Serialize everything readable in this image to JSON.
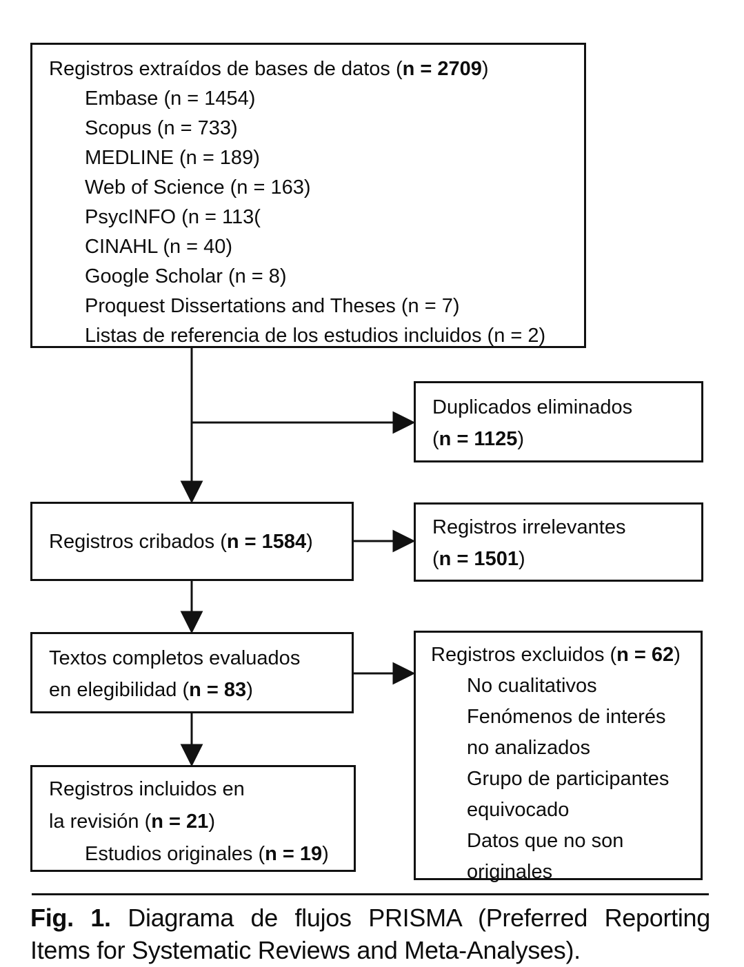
{
  "colors": {
    "ink": "#111111",
    "background": "#ffffff"
  },
  "flow": {
    "records_extracted": {
      "title": {
        "pre": "Registros extraídos de bases de datos (",
        "bold": "n = 2709",
        "post": ")"
      },
      "sources": [
        "Embase (n = 1454)",
        "Scopus (n = 733)",
        "MEDLINE (n = 189)",
        "Web of Science (n = 163)",
        "PsycINFO (n = 113(",
        "CINAHL (n = 40)",
        "Google Scholar (n = 8)",
        "Proquest Dissertations and Theses (n = 7)",
        "Listas de referencia de los estudios incluidos (n = 2)"
      ]
    },
    "duplicates_removed": {
      "line1": "Duplicados eliminados",
      "line2": {
        "pre": "(",
        "bold": "n = 1125",
        "post": ")"
      }
    },
    "records_screened": {
      "title": {
        "pre": "Registros cribados (",
        "bold": "n = 1584",
        "post": ")"
      }
    },
    "irrelevant_records": {
      "line1": "Registros irrelevantes",
      "line2": {
        "pre": "(",
        "bold": "n = 1501",
        "post": ")"
      }
    },
    "fulltext_assessed": {
      "line1": "Textos completos evaluados",
      "line2": {
        "pre": "en elegibilidad (",
        "bold": "n = 83",
        "post": ")"
      }
    },
    "records_excluded": {
      "title": {
        "pre": "Registros excluidos (",
        "bold": "n = 62",
        "post": ")"
      },
      "reasons": [
        {
          "lines": [
            "No cualitativos"
          ]
        },
        {
          "lines": [
            "Fenómenos de interés",
            "no analizados"
          ]
        },
        {
          "lines": [
            "Grupo de participantes",
            "equivocado"
          ]
        },
        {
          "lines": [
            "Datos que no son",
            "originales"
          ]
        }
      ]
    },
    "records_included": {
      "line1": "Registros incluidos en",
      "line2": {
        "pre": "la revisión (",
        "bold": "n = 21",
        "post": ")"
      },
      "sub": {
        "pre": "Estudios originales (",
        "bold": "n = 19",
        "post": ")"
      }
    }
  },
  "figure": {
    "caption": {
      "label": "Fig. 1.",
      "line1": "Diagrama de flujos PRISMA (Preferred Reporting",
      "line2": "Items for Systematic Reviews and Meta-Analyses)."
    }
  }
}
